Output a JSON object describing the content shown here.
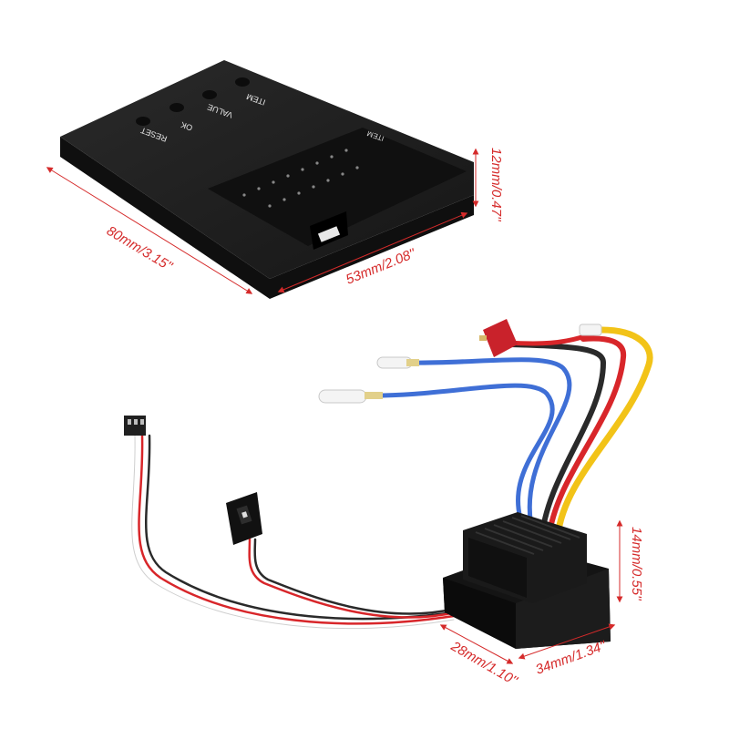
{
  "programming_card": {
    "buttons": [
      {
        "label": "RESET"
      },
      {
        "label": "OK"
      },
      {
        "label": "VALUE"
      },
      {
        "label": "ITEM"
      }
    ],
    "side_label": "ITEM",
    "dimensions": {
      "length": "80mm/3.15''",
      "width": "53mm/2.08''",
      "height": "12mm/0.47''"
    }
  },
  "esc": {
    "dimensions": {
      "height": "14mm/0.55''",
      "width": "34mm/1.34''",
      "depth": "28mm/1.10''"
    }
  },
  "colors": {
    "dimension_red": "#d52a2a",
    "card_black": "#1b1b1b",
    "wire_blue": "#3f6fd6",
    "wire_yellow": "#f2c318",
    "wire_red": "#d8262a",
    "wire_black": "#2a2a2a",
    "connector_red": "#c9222b"
  }
}
